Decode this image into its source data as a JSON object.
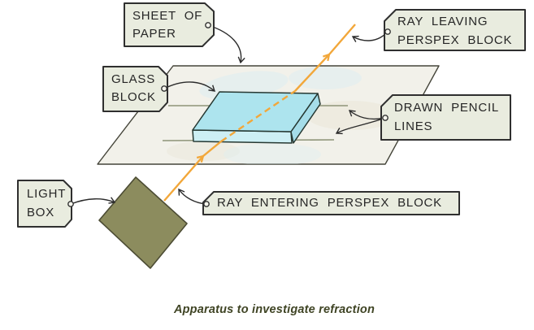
{
  "caption": {
    "text": "Apparatus to investigate refraction"
  },
  "labels": {
    "sheet_of_paper": {
      "line1": "SHEET OF",
      "line2": "PAPER"
    },
    "glass_block": {
      "line1": "GLASS",
      "line2": "BLOCK"
    },
    "ray_leaving": {
      "line1": "RAY LEAVING",
      "line2": "PERSPEX BLOCK"
    },
    "drawn_pencil_lines": {
      "line1": "DRAWN PENCIL",
      "line2": "LINES"
    },
    "light_box": {
      "line1": "LIGHT",
      "line2": "BOX"
    },
    "ray_entering": {
      "text": "RAY ENTERING PERSPEX BLOCK"
    }
  },
  "colors": {
    "tag_fill": "#e9ecdf",
    "tag_border": "#2f2f2f",
    "tag_hole_fill": "#f6f6ee",
    "tag_hole_ring": "#333333",
    "paper_fill": "#f2f1ea",
    "paper_outline": "#45453a",
    "block_top": "#ade4ee",
    "block_front": "#cdeff4",
    "block_side": "#a5dde9",
    "block_outline": "#263832",
    "ray_orange": "#f2a73a",
    "light_box_fill": "#8c8c5e",
    "light_box_outline": "#4c4c34",
    "pencil_line": "#8e9478",
    "arrow_color": "#2b2b2b",
    "caption_color": "#3f4424",
    "smudge_blue": "#d8edf5",
    "smudge_tan": "#e9e5d6"
  }
}
